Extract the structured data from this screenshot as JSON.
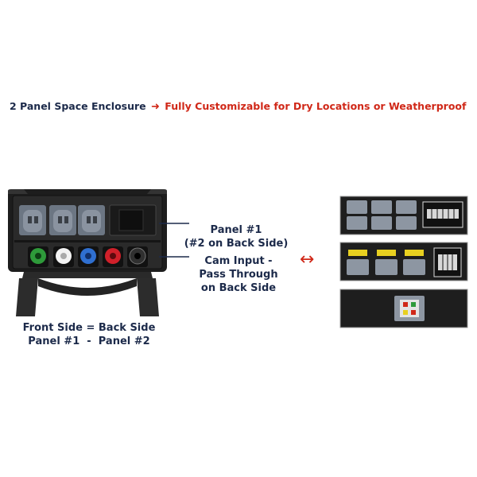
{
  "headline": {
    "left_text": "2 Panel Space Enclosure",
    "arrow_icon": "right-arrow-icon",
    "right_text": "Fully Customizable for Dry Locations or Weatherproof"
  },
  "callouts": {
    "panel1_line1": "Panel #1",
    "panel1_line2": "(#2 on Back Side)",
    "cam_line1": "Cam Input -",
    "cam_line2": "Pass Through",
    "cam_line3": "on Back Side"
  },
  "front_label": {
    "line1": "Front Side = Back Side",
    "line2": "Panel #1  -  Panel #2"
  },
  "swap_icon": "double-arrow-icon",
  "colors": {
    "navy_text": "#1c2a4a",
    "red_accent": "#d02818",
    "cam_green": "#2e9a3a",
    "cam_white": "#f2f2f2",
    "cam_blue": "#2f6fd0",
    "cam_red": "#d0202a",
    "cam_black": "#1a1a1a",
    "yellow_label": "#e8d020"
  }
}
